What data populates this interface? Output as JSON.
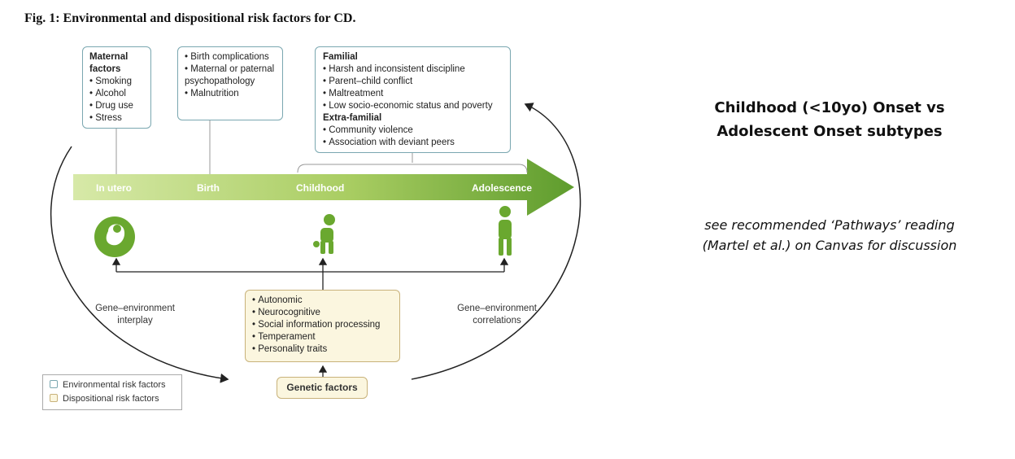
{
  "figure_title": "Fig. 1: Environmental and dispositional risk factors for CD.",
  "maternal": {
    "heading": "Maternal factors",
    "items": [
      "Smoking",
      "Alcohol",
      "Drug use",
      "Stress"
    ]
  },
  "birth_box": {
    "items": [
      "Birth complications",
      "Maternal or paternal psychopathology",
      "Malnutrition"
    ]
  },
  "familial": {
    "heading": "Familial",
    "items": [
      "Harsh and inconsistent discipline",
      "Parent–child conflict",
      "Maltreatment",
      "Low socio-economic status and poverty"
    ],
    "heading2": "Extra-familial",
    "items2": [
      "Community violence",
      "Association with deviant peers"
    ]
  },
  "timeline": {
    "stages": [
      "In utero",
      "Birth",
      "Childhood",
      "Adolescence"
    ]
  },
  "dispositional": {
    "items": [
      "Autonomic",
      "Neurocognitive",
      "Social information processing",
      "Temperament",
      "Personality traits"
    ]
  },
  "genetic_label": "Genetic factors",
  "left_arc_label": "Gene–environment interplay",
  "right_arc_label": "Gene–environment correlations",
  "legend": {
    "env": "Environmental risk factors",
    "disp": "Dispositional risk factors"
  },
  "side_title": "Childhood (<10yo) Onset vs Adolescent Onset subtypes",
  "side_note": "see recommended ‘Pathways’ reading (Martel et al.) on Canvas for discussion",
  "colors": {
    "arrow_start": "#d7e9a8",
    "arrow_end": "#5e9c2d",
    "icon_green": "#6aa82f",
    "env_border": "#7aa7b0",
    "disp_border": "#c8b27a"
  }
}
